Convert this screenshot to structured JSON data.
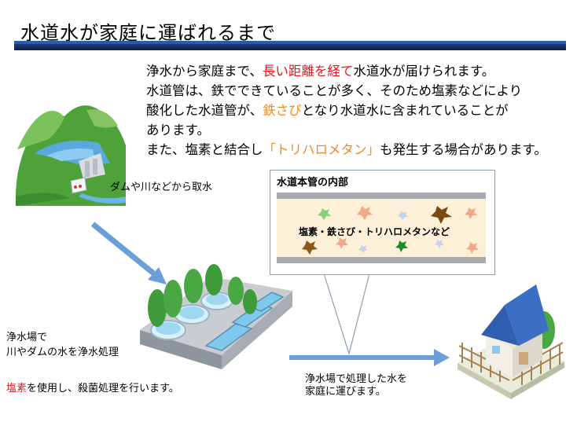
{
  "title": "水道水が家庭に運ばれるまで",
  "intro": {
    "line1_pre": "浄水から家庭まで、",
    "line1_highlight": "長い距離を経て",
    "line1_post": "水道水が届けられます。",
    "line2": "水道管は、鉄でできていることが多く、そのため塩素などにより",
    "line3_pre": "酸化した水道管が、",
    "line3_highlight": "鉄さび",
    "line3_post": "となり水道水に含まれていることが",
    "line4": "あります。",
    "line5_pre": "また、塩素と結合し",
    "line5_highlight": "「トリハロメタン」",
    "line5_post": "も発生する場合があります。"
  },
  "dam_caption": "ダムや川などから取水",
  "callout": {
    "title": "水道本管の内部",
    "pipe_label": "塩素・鉄さび・トリハロメタンなど"
  },
  "plant": {
    "line1": "浄水場で",
    "line2": "川やダムの水を浄水処理",
    "note_highlight": "塩素",
    "note_rest": "を使用し、殺菌処理を行います。"
  },
  "delivery": {
    "line1": "浄水場で処理した水を",
    "line2": "家庭に運びます。"
  },
  "colors": {
    "title_bar": "#1a3c80",
    "highlight_red": "#e8151a",
    "highlight_orange": "#f08a24",
    "arrow_blue": "#6a9fd8",
    "pipe_fill": "#fdf0d8",
    "house_roof": "#3b6fc4"
  }
}
